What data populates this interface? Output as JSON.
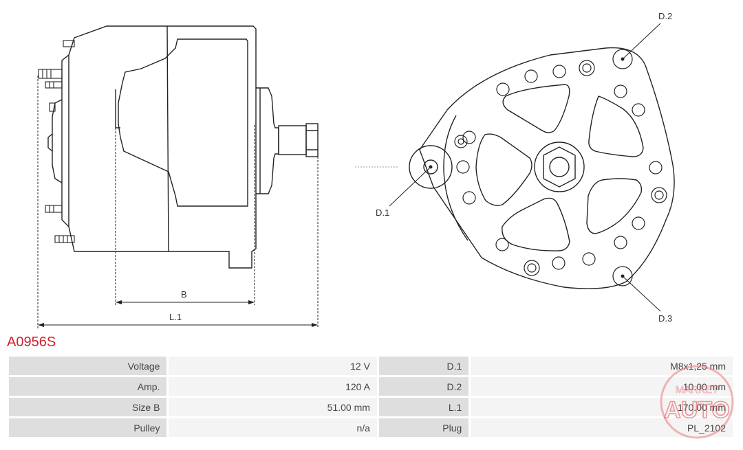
{
  "part_number": "A0956S",
  "labels": {
    "dim_b": "B",
    "dim_l1": "L.1",
    "hole_d1": "D.1",
    "hole_d2": "D.2",
    "hole_d3": "D.3"
  },
  "specs": [
    {
      "left_label": "Voltage",
      "left_value": "12 V",
      "right_label": "D.1",
      "right_value": "M8x1,25 mm"
    },
    {
      "left_label": "Amp.",
      "left_value": "120 A",
      "right_label": "D.2",
      "right_value": "10.00 mm"
    },
    {
      "left_label": "Size B",
      "left_value": "51.00 mm",
      "right_label": "L.1",
      "right_value": "170.00 mm"
    },
    {
      "left_label": "Pulley",
      "left_value": "n/a",
      "right_label": "Plug",
      "right_value": "PL_2102"
    }
  ],
  "watermark": {
    "line1": "MARKET",
    "line2": "AUTO"
  },
  "colors": {
    "accent": "#d0202a",
    "label_bg": "#dedede",
    "value_bg": "#f4f4f4"
  }
}
